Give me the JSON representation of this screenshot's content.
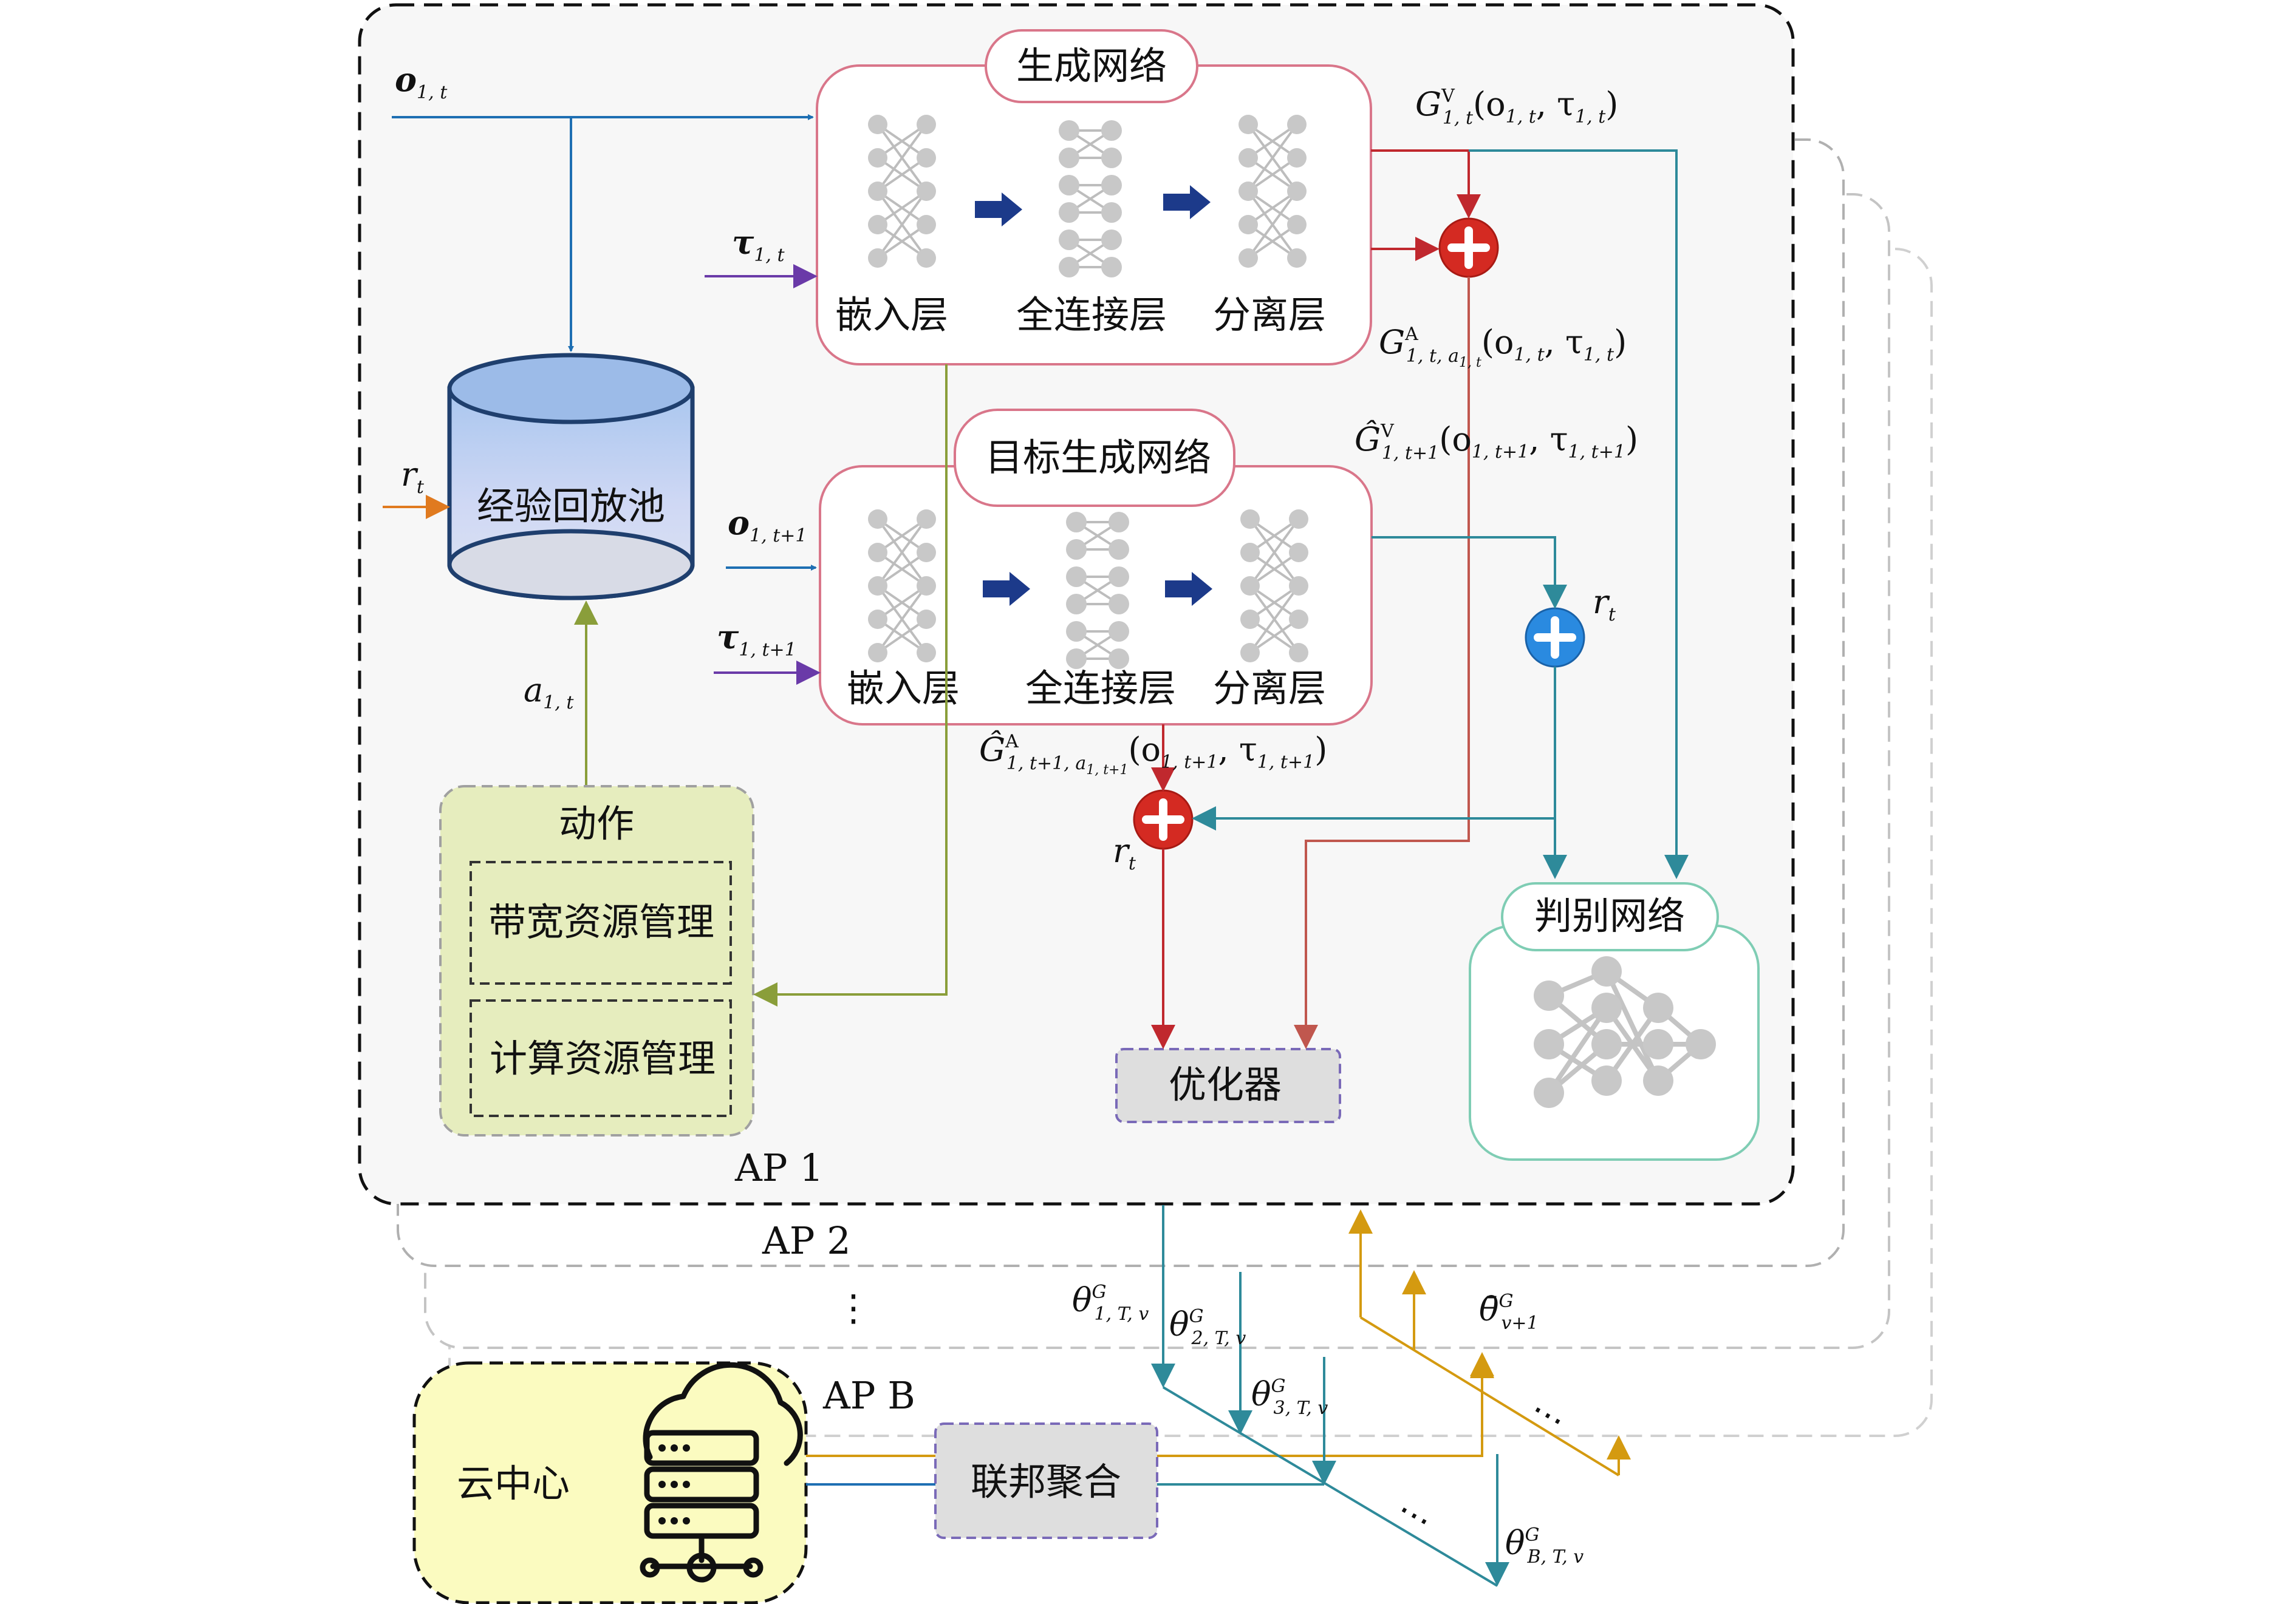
{
  "ap_labels": [
    "AP 1",
    "AP 2",
    "AP B"
  ],
  "dots": "⋯",
  "vdots": "⋮",
  "nodes": {
    "generator_title": "生成网络",
    "target_generator_title": "目标生成网络",
    "embed_layer": "嵌入层",
    "fc_layer": "全连接层",
    "split_layer": "分离层",
    "replay_buffer": "经验回放池",
    "action_title": "动作",
    "bandwidth_mgmt": "带宽资源管理",
    "compute_mgmt": "计算资源管理",
    "optimizer": "优化器",
    "discriminator": "判别网络",
    "cloud_center": "云中心",
    "fed_agg": "联邦聚合"
  },
  "math": {
    "o1t": "o",
    "o1t_sub": "1, t",
    "tau1t": "τ",
    "tau1t_sub": "1, t",
    "rt": "r",
    "rt_sub": "t",
    "o1t1": "o",
    "o1t1_sub": "1, t+1",
    "tau1t1": "τ",
    "tau1t1_sub": "1, t+1",
    "a1t": "a",
    "a1t_sub": "1, t",
    "GV": "G",
    "GV_sup": "V",
    "GV_sub": "1, t",
    "GV_arg": "(o",
    "GV_arg_sub1": "1, t",
    "GV_arg_mid": ", τ",
    "GV_arg_sub2": "1, t",
    "GV_arg_end": ")",
    "GA": "G",
    "GA_sup": "A",
    "GA_sub": "1, t, a",
    "GA_sub2": "1, t",
    "GA_arg": "(o",
    "GA_arg_sub1": "1, t",
    "GA_arg_mid": ", τ",
    "GA_arg_sub2": "1, t",
    "GA_arg_end": ")",
    "GVhat": "Ĝ",
    "GVhat_sup": "V",
    "GVhat_sub": "1, t+1",
    "GVhat_arg": "(o",
    "GVhat_arg_sub1": "1, t+1",
    "GVhat_arg_mid": ", τ",
    "GVhat_arg_sub2": "1, t+1",
    "GVhat_arg_end": ")",
    "GAhat": "Ĝ",
    "GAhat_sup": "A",
    "GAhat_sub": "1, t+1, a",
    "GAhat_sub2": "1, t+1",
    "GAhat_arg": "(o",
    "GAhat_arg_sub1": "1, t+1",
    "GAhat_arg_mid": ", τ",
    "GAhat_arg_sub2": "1, t+1",
    "GAhat_arg_end": ")",
    "theta": "θ",
    "theta_sup": "G",
    "theta1_sub": "1, T, v",
    "theta2_sub": "2, T, v",
    "theta3_sub": "3, T, v",
    "thetaB_sub": "B, T, v",
    "thetabar": "θ̄",
    "thetabar_sup": "G",
    "thetabar_sub": "v+1"
  },
  "colors": {
    "blue": "#1e6fb3",
    "purple": "#6a3aa8",
    "orange": "#e07a1f",
    "olive": "#8a9e3a",
    "red": "#c0282e",
    "teal": "#2e8a9a",
    "gold": "#d49a10",
    "pink_border": "#d9768a",
    "green_border": "#7fcdb4",
    "action_fill": "#e6edbe",
    "dark_arrow": "#1c3a8a"
  }
}
